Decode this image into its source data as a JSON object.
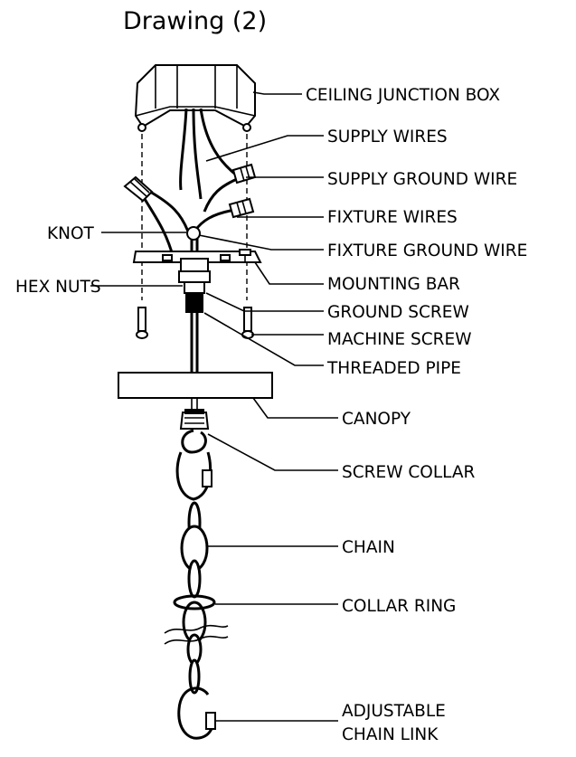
{
  "title": "Drawing (2)",
  "labels": {
    "ceiling_junction_box": "CEILING JUNCTION BOX",
    "supply_wires": "SUPPLY WIRES",
    "supply_ground_wire": "SUPPLY GROUND WIRE",
    "fixture_wires": "FIXTURE WIRES",
    "fixture_ground_wire": "FIXTURE GROUND WIRE",
    "knot": "KNOT",
    "hex_nuts": "HEX NUTS",
    "mounting_bar": "MOUNTING BAR",
    "ground_screw": "GROUND SCREW",
    "machine_screw": "MACHINE SCREW",
    "threaded_pipe": "THREADED PIPE",
    "canopy": "CANOPY",
    "screw_collar": "SCREW COLLAR",
    "chain": "CHAIN",
    "collar_ring": "COLLAR RING",
    "adjustable_chain_link_line1": "ADJUSTABLE",
    "adjustable_chain_link_line2": "CHAIN LINK"
  }
}
